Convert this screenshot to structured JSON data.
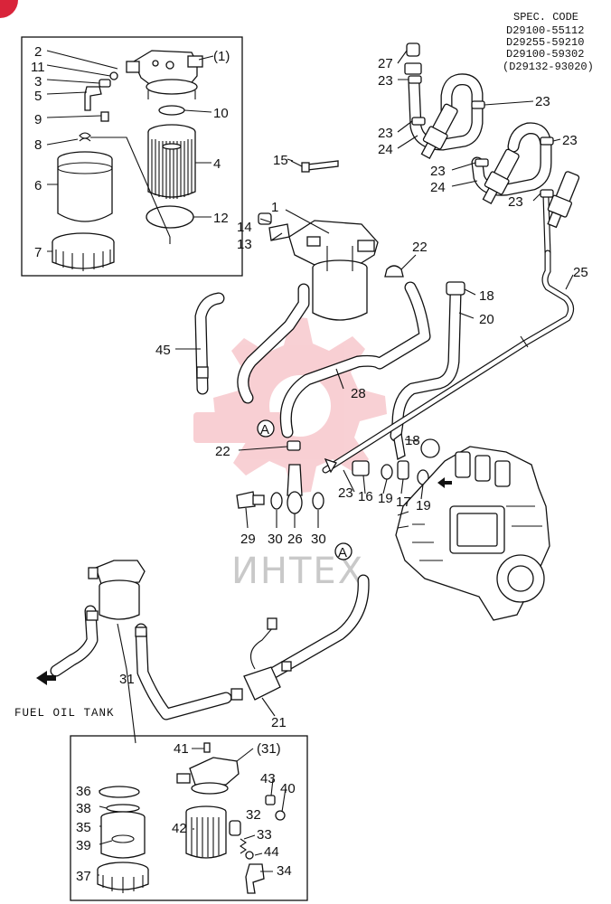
{
  "spec": {
    "title": "SPEC. CODE",
    "codes": [
      "D29100-55112",
      "D29255-59210",
      "D29100-59302",
      "(D29132-93020)"
    ]
  },
  "watermark": "ИНТЕХ",
  "fuel_tank_label": "FUEL OIL TANK",
  "callout_a": "A",
  "labels": {
    "top_box": {
      "p2": "2",
      "p11": "11",
      "p3": "3",
      "p5": "5",
      "p9": "9",
      "p8": "8",
      "p6": "6",
      "p7": "7",
      "p1_ref": "(1)",
      "p10": "10",
      "p4": "4",
      "p12": "12"
    },
    "main": {
      "p15": "15",
      "p1": "1",
      "p14": "14",
      "p13": "13",
      "p22a": "22",
      "p18a": "18",
      "p20": "20",
      "p25": "25",
      "p45": "45",
      "p28": "28",
      "p22b": "22",
      "p18b": "18",
      "p23": "23",
      "p16": "16",
      "p19a": "19",
      "p17": "17",
      "p19b": "19",
      "p29": "29",
      "p30a": "30",
      "p26": "26",
      "p30b": "30",
      "p31": "31",
      "p21": "21"
    },
    "injectors": {
      "p27": "27",
      "p23a": "23",
      "p23b": "23",
      "p23c": "23",
      "p24a": "24",
      "p23d": "23",
      "p23e": "23",
      "p24b": "24",
      "p23f": "23"
    },
    "bottom_box": {
      "p41": "41",
      "p31_ref": "(31)",
      "p36": "36",
      "p38": "38",
      "p43": "43",
      "p40": "40",
      "p35": "35",
      "p42": "42",
      "p32": "32",
      "p39": "39",
      "p33": "33",
      "p44": "44",
      "p37": "37",
      "p34": "34"
    }
  }
}
